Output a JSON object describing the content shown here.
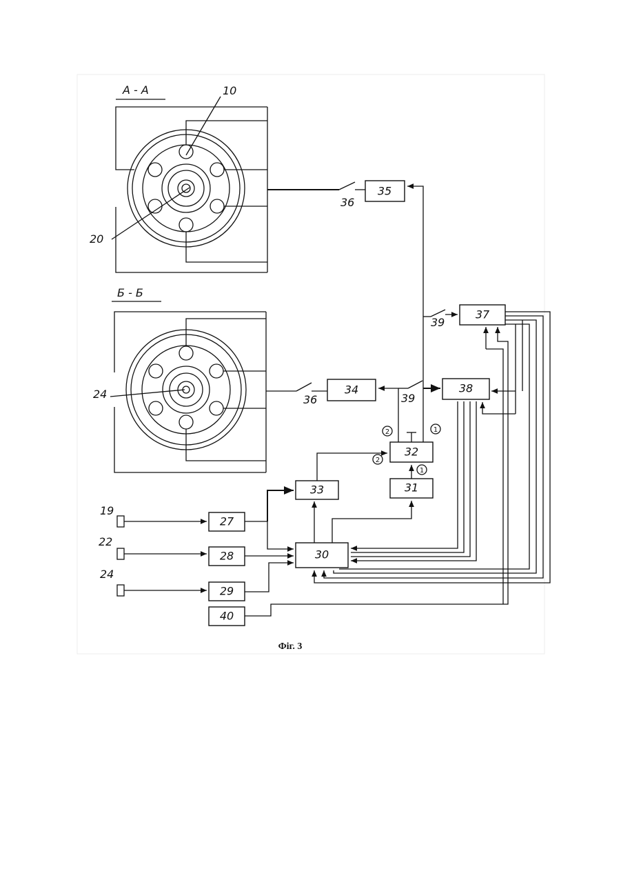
{
  "section_labels": {
    "aa": "A - A",
    "bb": "Б - Б"
  },
  "callouts": {
    "c10": "10",
    "c20": "20",
    "c24_section": "24",
    "c36_top": "36",
    "c36_bottom": "36",
    "c39_top": "39",
    "c39_mid": "39",
    "s19": "19",
    "s22": "22",
    "s24": "24"
  },
  "blocks": {
    "b27": "27",
    "b28": "28",
    "b29": "29",
    "b30": "30",
    "b31": "31",
    "b32": "32",
    "b33": "33",
    "b34": "34",
    "b35": "35",
    "b37": "37",
    "b38": "38",
    "b40": "40"
  },
  "markers": {
    "m1a": "1",
    "m1b": "1",
    "m2a": "2",
    "m2b": "2"
  },
  "caption": "Фіг. 3"
}
